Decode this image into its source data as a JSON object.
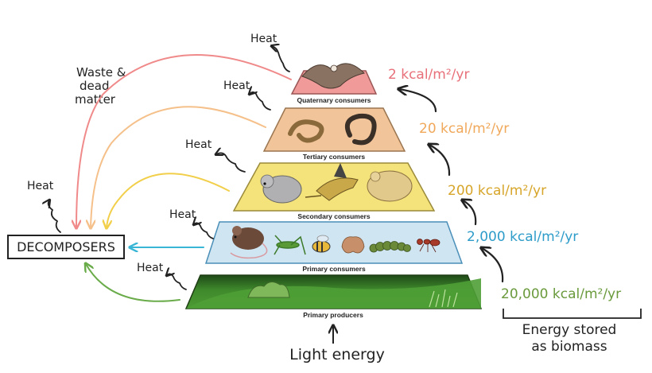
{
  "levels": [
    {
      "label": "Primary producers",
      "energy": "20,000 kcal/m²/yr",
      "fill": "#3d7a2a",
      "stroke": "#1e3d14",
      "text_color": "#6a9a3c"
    },
    {
      "label": "Primary consumers",
      "energy": "2,000 kcal/m²/yr",
      "fill": "#cfe5f2",
      "stroke": "#4a8fb8",
      "text_color": "#2e9cc9"
    },
    {
      "label": "Secondary consumers",
      "energy": "200 kcal/m²/yr",
      "fill": "#f4e27a",
      "stroke": "#9a8a3a",
      "text_color": "#d7a52a"
    },
    {
      "label": "Tertiary consumers",
      "energy": "20 kcal/m²/yr",
      "fill": "#f2c49a",
      "stroke": "#9a7550",
      "text_color": "#f0a85a"
    },
    {
      "label": "Quaternary consumers",
      "energy": "2 kcal/m²/yr",
      "fill": "#f09a9a",
      "stroke": "#9a5555",
      "text_color": "#e8707a"
    }
  ],
  "heat_label": "Heat",
  "decomposers_label": "DECOMPOSERS",
  "waste_label_lines": [
    "Waste &",
    "dead",
    "matter"
  ],
  "light_energy_label": "Light energy",
  "energy_stored_lines": [
    "Energy stored",
    "as biomass"
  ],
  "arrow_colors": {
    "quaternary": "#f08a8a",
    "tertiary": "#f5c08a",
    "secondary": "#f2cf4a",
    "primary": "#39b6d6",
    "producers": "#6aab4a"
  }
}
